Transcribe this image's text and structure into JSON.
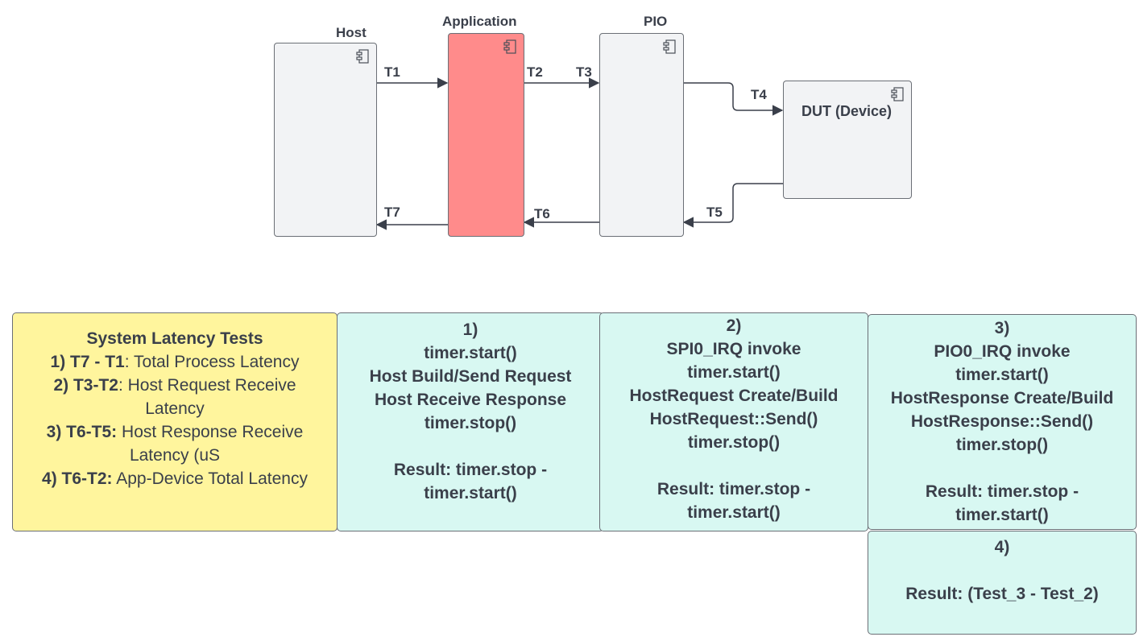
{
  "diagram": {
    "components": {
      "host": "Host",
      "application": "Application",
      "pio": "PIO",
      "dut": "DUT (Device)"
    },
    "timestamps": {
      "t1": "T1",
      "t2": "T2",
      "t3": "T3",
      "t4": "T4",
      "t5": "T5",
      "t6": "T6",
      "t7": "T7"
    },
    "colors": {
      "component_fill": "#f2f3f5",
      "application_fill": "#ff8b8b",
      "summary_fill": "#fff59d",
      "card_fill": "#d8f8f2",
      "line": "#3a3f4a"
    },
    "icon": "uml-component-icon"
  },
  "summary": {
    "title": "System Latency Tests",
    "items": [
      {
        "key": "1) T7 - T1",
        "rest": ": Total Process Latency"
      },
      {
        "key": "2) T3-T2",
        "rest": ": Host Request Receive Latency"
      },
      {
        "key": "3) T6-T5:",
        "rest": " Host Response Receive Latency (uS"
      },
      {
        "key": "4) T6-T2:",
        "rest": " App-Device Total Latency"
      }
    ]
  },
  "tests": {
    "test1": {
      "lines": [
        "1)",
        "timer.start()",
        "Host Build/Send Request",
        "Host Receive Response",
        "timer.stop()",
        "",
        "Result: timer.stop -",
        "timer.start()"
      ]
    },
    "test2": {
      "lines": [
        "2)",
        "SPI0_IRQ invoke",
        "timer.start()",
        "HostRequest Create/Build",
        "HostRequest::Send()",
        "timer.stop()",
        "",
        "Result: timer.stop -",
        "timer.start()"
      ]
    },
    "test3": {
      "lines": [
        "3)",
        "PIO0_IRQ invoke",
        "timer.start()",
        "HostResponse Create/Build",
        "HostResponse::Send()",
        "timer.stop()",
        "",
        "Result: timer.stop -",
        "timer.start()"
      ]
    },
    "test4": {
      "lines": [
        "4)",
        "",
        "Result: (Test_3 - Test_2)"
      ]
    }
  }
}
